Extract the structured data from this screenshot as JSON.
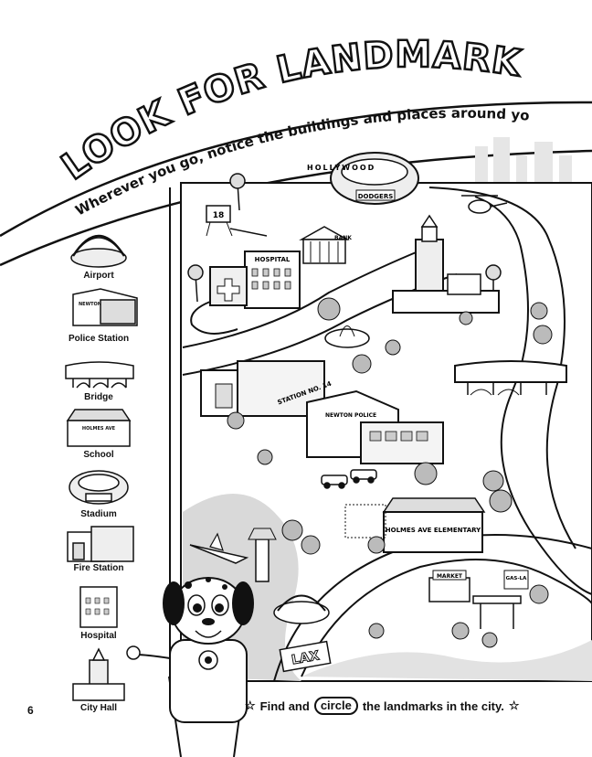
{
  "page": {
    "title": "LOOK FOR LANDMARKS",
    "subtitle": "Wherever you go, notice the buildings and places around you.",
    "page_number": "6"
  },
  "legend": {
    "items": [
      {
        "label": "Airport",
        "icon": "airport-icon"
      },
      {
        "label": "Police Station",
        "icon": "police-station-icon"
      },
      {
        "label": "Bridge",
        "icon": "bridge-icon"
      },
      {
        "label": "School",
        "icon": "school-icon"
      },
      {
        "label": "Stadium",
        "icon": "stadium-icon"
      },
      {
        "label": "Fire Station",
        "icon": "fire-station-icon"
      },
      {
        "label": "Hospital",
        "icon": "hospital-icon"
      },
      {
        "label": "City Hall",
        "icon": "city-hall-icon"
      }
    ]
  },
  "map": {
    "signs": {
      "hollywood": "HOLLYWOOD",
      "dodgers": "DODGERS",
      "hospital": "HOSPITAL",
      "bank": "BANK",
      "station": "STATION NO. 14",
      "police": "NEWTON POLICE",
      "school": "HOLMES AVE ELEMENTARY",
      "market": "MARKET",
      "gas": "GAS-LA",
      "lax": "LAX",
      "lifeguard": "18"
    }
  },
  "instruction": {
    "prefix": "Find and",
    "circled": "circle",
    "suffix": "the landmarks in the city."
  }
}
